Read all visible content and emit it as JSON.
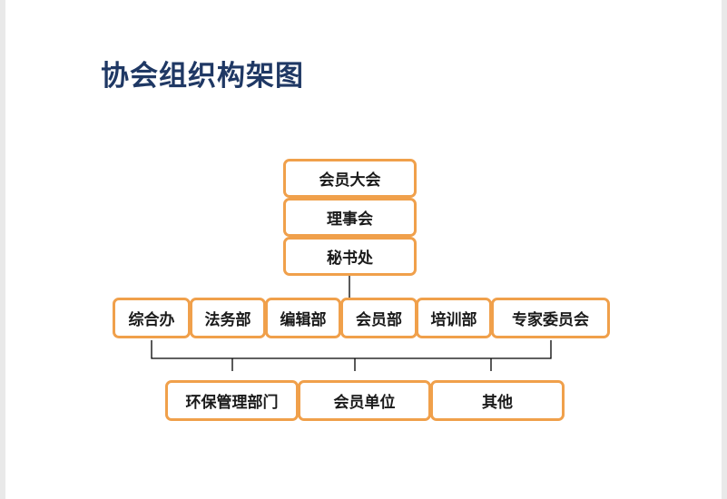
{
  "title": "协会组织构架图",
  "colors": {
    "title": "#1f3864",
    "box_border": "#f0a04b",
    "connector": "#000000"
  },
  "org": {
    "top": [
      "会员大会",
      "理事会",
      "秘书处"
    ],
    "departments": [
      "综合办",
      "法务部",
      "编辑部",
      "会员部",
      "培训部",
      "专家委员会"
    ],
    "bottom": [
      "环保管理部门",
      "会员单位",
      "其他"
    ]
  }
}
